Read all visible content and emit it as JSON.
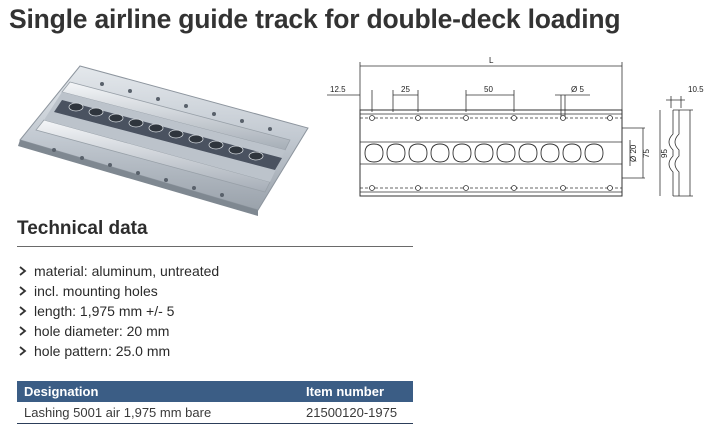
{
  "page": {
    "title": "Single airline guide track for double-deck loading"
  },
  "drawing": {
    "dim_length": "L",
    "dim_margin": "12.5",
    "dim_pitch": "25",
    "dim_spacing": "50",
    "dim_hole": "Ø 5",
    "dim_slot": "Ø 20",
    "dim_width_inner": "75",
    "dim_width": "95",
    "dim_thickness": "10.5"
  },
  "technical": {
    "heading": "Technical data",
    "items": [
      "material: aluminum, untreated",
      "incl. mounting holes",
      "length: 1,975 mm +/- 5",
      "hole diameter: 20 mm",
      "hole pattern: 25.0 mm"
    ]
  },
  "table": {
    "headers": [
      "Designation",
      "Item number"
    ],
    "rows": [
      [
        "Lashing 5001 air 1,975 mm bare",
        "21500120-1975"
      ]
    ]
  },
  "colors": {
    "header_bg": "#3b5d85",
    "aluminum": "#c9d0d7",
    "dark_groove": "#4a5260"
  }
}
